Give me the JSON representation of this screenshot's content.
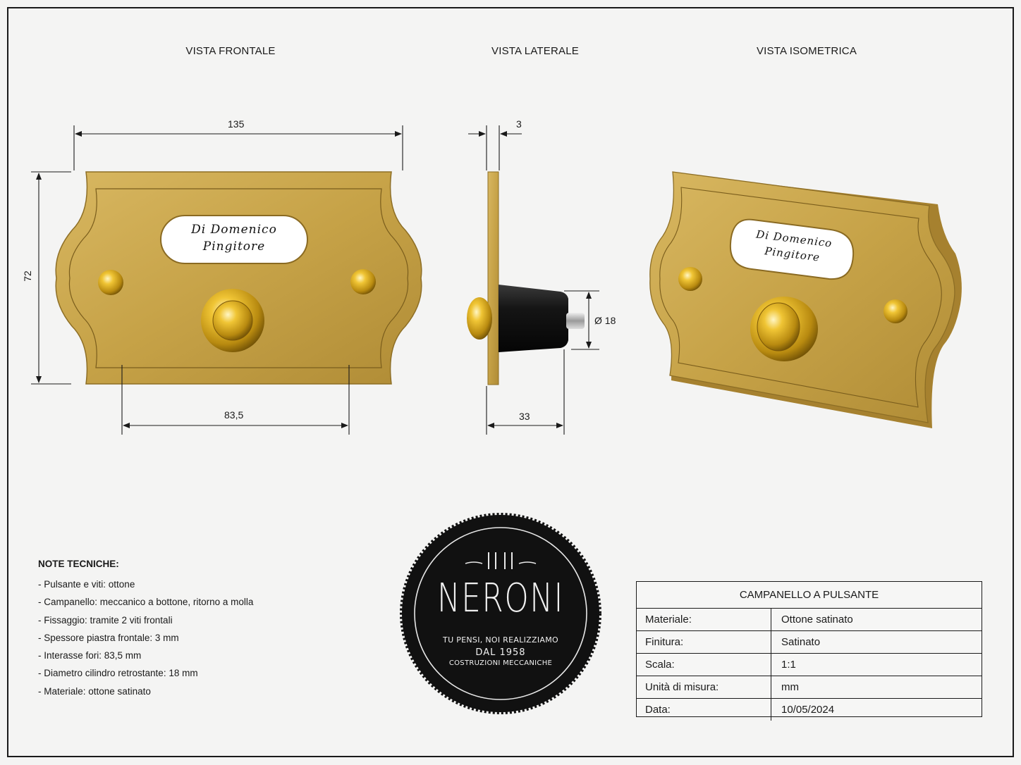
{
  "views": {
    "front": "VISTA FRONTALE",
    "side": "VISTA LATERALE",
    "iso": "VISTA ISOMETRICA"
  },
  "dimensions": {
    "width": "135",
    "height": "72",
    "hole_spacing": "83,5",
    "thickness": "3",
    "depth": "33",
    "diameter": "Ø 18"
  },
  "nameplate": {
    "line1": "Di Domenico",
    "line2": "Pingitore"
  },
  "logo": {
    "brand": "NERONI",
    "motto": "TU PENSI, NOI REALIZZIAMO",
    "since": "DAL 1958",
    "subtitle": "COSTRUZIONI MECCANICHE"
  },
  "notes": {
    "title": "NOTE TECNICHE:",
    "items": [
      "- Pulsante e viti: ottone",
      "- Campanello: meccanico a bottone, ritorno a molla",
      "- Fissaggio: tramite 2 viti frontali",
      "- Spessore piastra frontale: 3 mm",
      "- Interasse fori: 83,5 mm",
      "- Diametro cilindro retrostante: 18 mm",
      "- Materiale: ottone satinato"
    ]
  },
  "title_block": {
    "heading": "CAMPANELLO A PULSANTE",
    "rows": [
      {
        "key": "Materiale:",
        "value": "Ottone satinato"
      },
      {
        "key": "Finitura:",
        "value": "Satinato"
      },
      {
        "key": "Scala:",
        "value": "1:1"
      },
      {
        "key": "Unità di misura:",
        "value": "mm"
      },
      {
        "key": "Data:",
        "value": "10/05/2024"
      }
    ]
  },
  "colors": {
    "brass": "#c9a74d",
    "brass_dark": "#9a7a2a",
    "gold_knob": "#e6b829",
    "cylinder": "#1b1b1b",
    "logo_bg": "#111111"
  }
}
